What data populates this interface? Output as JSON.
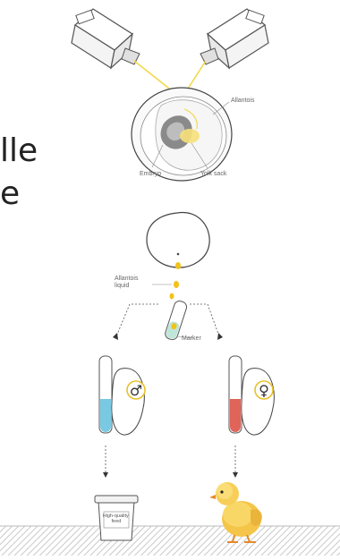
{
  "egg_cross_section": {
    "labels": {
      "allantois": "Allantois",
      "embryo": "Embryo",
      "yolk_sack": "Yolk sack"
    }
  },
  "sampling": {
    "liquid_label": "Allantois\nliquid",
    "marker_label": "Marker"
  },
  "results": {
    "male_symbol": "♂",
    "female_symbol": "♀",
    "feed_label": "High-quality\nfeed"
  },
  "cut_off_text": {
    "line1": "lle",
    "line2": "e"
  },
  "colors": {
    "beam": "#f2d84a",
    "yolk": "#f7e07a",
    "droplet": "#f2c21a",
    "male_liquid": "#79c9e2",
    "female_liquid": "#e0645a",
    "symbol_ring": "#e9c02c",
    "ground": "#d8d8d8"
  }
}
